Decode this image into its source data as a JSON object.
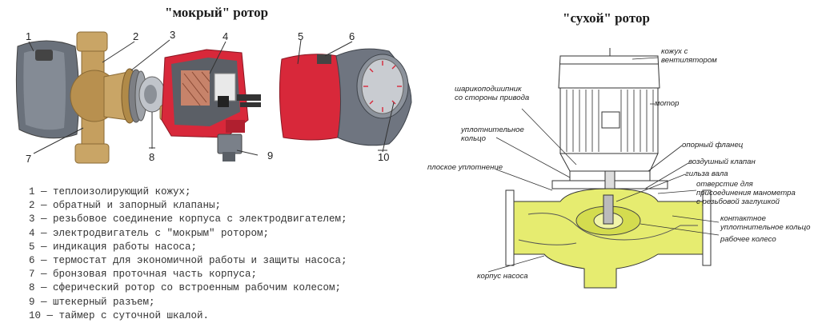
{
  "titles": {
    "wet": "\"мокрый\" ротор",
    "dry": "\"сухой\" ротор"
  },
  "wet_callouts": [
    "1",
    "2",
    "3",
    "4",
    "5",
    "6",
    "7",
    "8",
    "9",
    "10"
  ],
  "legend": [
    "1 — теплоизолирующий кожух;",
    "2 — обратный и запорный клапаны;",
    "3 — резьбовое соединение корпуса с электродвигателем;",
    "4 — электродвигатель с \"мокрым\" ротором;",
    "5 — индикация работы насоса;",
    "6 — термостат для экономичной работы и защиты насоса;",
    "7 — бронзовая проточная часть корпуса;",
    "8 — сферический ротор со встроенным рабочим колесом;",
    "9 — штекерный разъем;",
    "10 — таймер с суточной шкалой."
  ],
  "dry_labels": {
    "fan_housing_1": "кожух с",
    "fan_housing_2": "вентилятором",
    "motor": "мотор",
    "bearing_1": "шарикоподшипник",
    "bearing_2": "со стороны привода",
    "seal_ring_1": "уплотнительное",
    "seal_ring_2": "кольцо",
    "support_flange": "опорный фланец",
    "air_valve": "воздушный клапан",
    "flat_seal": "плоское уплотнение",
    "shaft_sleeve": "гильза вала",
    "gauge_hole_1": "отверстие для",
    "gauge_hole_2": "присоединения манометра",
    "gauge_hole_3": "с резьбовой заглушкой",
    "contact_seal_1": "контактное",
    "contact_seal_2": "уплотнительное кольцо",
    "impeller": "рабочее колесо",
    "pump_body": "корпус насоса"
  },
  "colors": {
    "red": "#d8283a",
    "gray": "#6f7580",
    "brass": "#c9a566",
    "yellow": "#e6ec70"
  }
}
